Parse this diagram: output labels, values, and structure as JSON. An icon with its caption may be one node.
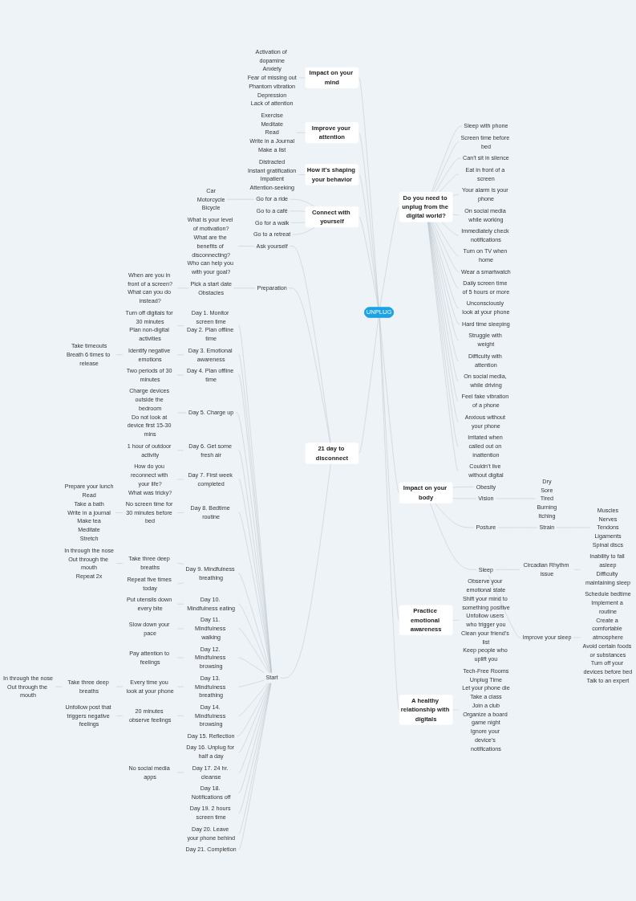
{
  "diagram": {
    "nodes": [
      {
        "text": [
          "UNPLUG"
        ]
      },
      {
        "text": [
          "Impact on your mind"
        ]
      },
      {
        "text": [
          "Activation of dopamine",
          "Anxiety",
          "Fear of missing out",
          "Phantom vibration",
          "Depression",
          "Lack of attention"
        ]
      },
      {
        "text": [
          "Improve your attention"
        ]
      },
      {
        "text": [
          "Exercise",
          "Meditate",
          "Read",
          "Write in a Journal",
          "Make a list"
        ]
      },
      {
        "text": [
          "How it’s shaping your behavior"
        ]
      },
      {
        "text": [
          "Distracted",
          "Instant gratification",
          "Impatient",
          "Attention-seeking"
        ]
      },
      {
        "text": [
          "Connect with yourself"
        ]
      },
      {
        "text": [
          "Go for a ride"
        ]
      },
      {
        "text": [
          "Car",
          "Motorcycle",
          "Bicycle"
        ]
      },
      {
        "text": [
          "Go to a café"
        ]
      },
      {
        "text": [
          "Go for a walk"
        ]
      },
      {
        "text": [
          "Go to a retreat"
        ]
      },
      {
        "text": [
          "21 day to disconnect"
        ]
      },
      {
        "text": [
          "Ask yourself"
        ]
      },
      {
        "text": [
          "What is your level of motivation?",
          "What are the benefits of disconnecting?",
          "Who can help you with your goal?"
        ]
      },
      {
        "text": [
          "Preparation"
        ]
      },
      {
        "text": [
          "Pick a start date",
          "Obstacles"
        ]
      },
      {
        "text": [
          "When are you in front of a screen?",
          "What can you do instead?"
        ]
      },
      {
        "text": [
          "Start"
        ]
      },
      {
        "text": [
          "Day 1. Monitor screen time",
          "Day 2. Plan offline time"
        ]
      },
      {
        "text": [
          "Turn off digitals for 30 minutes",
          "Plan non-digital activities"
        ]
      },
      {
        "text": [
          "Day 3. Emotional awareness"
        ]
      },
      {
        "text": [
          "Identify negative emotions"
        ]
      },
      {
        "text": [
          "Take timeouts",
          "Breath 6 times to release"
        ]
      },
      {
        "text": [
          "Day 4. Plan offline time"
        ]
      },
      {
        "text": [
          "Two periods of 30 minutes"
        ]
      },
      {
        "text": [
          "Day 5. Charge up"
        ]
      },
      {
        "text": [
          "Charge devices outside the bedroom",
          "Do not look at device first 15-30 mins"
        ]
      },
      {
        "text": [
          "Day 6. Get some fresh air"
        ]
      },
      {
        "text": [
          "1 hour of outdoor activity"
        ]
      },
      {
        "text": [
          "Day 7. First week completed"
        ]
      },
      {
        "text": [
          "How do you reconnect with your life?",
          "What was tricky?"
        ]
      },
      {
        "text": [
          "Day 8. Bedtime routine"
        ]
      },
      {
        "text": [
          "No screen time for 30 minutes before bed"
        ]
      },
      {
        "text": [
          "Prepare your lunch",
          "Read",
          "Take a bath",
          "Write in a journal",
          "Make tea",
          "Meditate",
          "Stretch"
        ]
      },
      {
        "text": [
          "Day 9. Mindfulness breathing"
        ]
      },
      {
        "text": [
          "Take three deep breaths"
        ]
      },
      {
        "text": [
          "In through the nose",
          "Out through the mouth",
          "Repeat 2x"
        ]
      },
      {
        "text": [
          "Repeat five times today"
        ]
      },
      {
        "text": [
          "Day 10. Mindfulness eating"
        ]
      },
      {
        "text": [
          "Put utensils down every bite"
        ]
      },
      {
        "text": [
          "Day 11. Mindfulness walking"
        ]
      },
      {
        "text": [
          "Slow down your pace"
        ]
      },
      {
        "text": [
          "Day 12. Mindfulness browsing"
        ]
      },
      {
        "text": [
          "Pay attention to feelings"
        ]
      },
      {
        "text": [
          "Day 13. Mindfulness breathing"
        ]
      },
      {
        "text": [
          "Every time you look at your phone"
        ]
      },
      {
        "text": [
          "Take three deep breaths"
        ]
      },
      {
        "text": [
          "In through the nose",
          "Out through the mouth"
        ]
      },
      {
        "text": [
          "Day 14. Mindfulness browsing"
        ]
      },
      {
        "text": [
          "20 minutes observe feelings"
        ]
      },
      {
        "text": [
          "Unfollow post that triggers negative feelings"
        ]
      },
      {
        "text": [
          "Day 15. Reflection"
        ]
      },
      {
        "text": [
          "Day 16. Unplug for half a day"
        ]
      },
      {
        "text": [
          "Day 17. 24 hr. cleanse"
        ]
      },
      {
        "text": [
          "No social media apps"
        ]
      },
      {
        "text": [
          "Day 18. Notifications off"
        ]
      },
      {
        "text": [
          "Day 19. 2 hours screen time"
        ]
      },
      {
        "text": [
          "Day 20. Leave your phone behind"
        ]
      },
      {
        "text": [
          "Day 21. Completion"
        ]
      },
      {
        "text": [
          "Do you need to unplug from the digital world?"
        ]
      },
      {
        "text": [
          "Sleep with phone"
        ]
      },
      {
        "text": [
          "Screen time before bed"
        ]
      },
      {
        "text": [
          "Can’t sit in silence"
        ]
      },
      {
        "text": [
          "Eat in front of a screen"
        ]
      },
      {
        "text": [
          "Your alarm is your phone"
        ]
      },
      {
        "text": [
          "On social media while working"
        ]
      },
      {
        "text": [
          "Immediately check notifications"
        ]
      },
      {
        "text": [
          "Turn on TV when home"
        ]
      },
      {
        "text": [
          "Wear a smartwatch"
        ]
      },
      {
        "text": [
          "Daily screen time of 5 hours or more"
        ]
      },
      {
        "text": [
          "Unconsciously look at your phone"
        ]
      },
      {
        "text": [
          "Hard time sleeping"
        ]
      },
      {
        "text": [
          "Struggle with weight"
        ]
      },
      {
        "text": [
          "Difficulty with attention"
        ]
      },
      {
        "text": [
          "On social media, while driving"
        ]
      },
      {
        "text": [
          "Feel fake vibration of a phone"
        ]
      },
      {
        "text": [
          "Anxious without your phone"
        ]
      },
      {
        "text": [
          "Irritated when called out on inattention"
        ]
      },
      {
        "text": [
          "Couldn’t live without digital"
        ]
      },
      {
        "text": [
          "Impact on your body"
        ]
      },
      {
        "text": [
          "Obesity"
        ]
      },
      {
        "text": [
          "Vision"
        ]
      },
      {
        "text": [
          "Dry",
          "Sore",
          "Tired",
          "Burning",
          "Itching"
        ]
      },
      {
        "text": [
          "Posture"
        ]
      },
      {
        "text": [
          "Strain"
        ]
      },
      {
        "text": [
          "Muscles",
          "Nerves",
          "Tendons",
          "Ligaments",
          "Spinal discs"
        ]
      },
      {
        "text": [
          "Sleep"
        ]
      },
      {
        "text": [
          "Circadian Rhythm issue"
        ]
      },
      {
        "text": [
          "Inability to fall asleep",
          "Difficulty maintaining sleep"
        ]
      },
      {
        "text": [
          "Improve your sleep"
        ]
      },
      {
        "text": [
          "Schedule bedtime",
          "Implement a routine",
          "Create a comfortable atmosphere",
          "Avoid certain foods or substances",
          "Turn off your devices before bed",
          "Talk to an expert"
        ]
      },
      {
        "text": [
          "Practice emotional awareness"
        ]
      },
      {
        "text": [
          "Observe your emotional state",
          "Shift your mind to something positive",
          "Unfollow users who trigger you",
          "Clean your friend’s list",
          "Keep people who uplift you"
        ]
      },
      {
        "text": [
          "A healthy relationship with digitals"
        ]
      },
      {
        "text": [
          "Tech-Free Rooms",
          "Unplug Time",
          "Let your phone die",
          "Take a class",
          "Join a club",
          "Organize a board game night",
          "Ignore your device’s notifications"
        ]
      }
    ],
    "edges": [
      {
        "from": 0,
        "to": 1,
        "arrow": "none"
      },
      {
        "from": 1,
        "to": 2,
        "arrow": "none"
      },
      {
        "from": 0,
        "to": 3,
        "arrow": "none"
      },
      {
        "from": 3,
        "to": 4,
        "arrow": "none"
      },
      {
        "from": 0,
        "to": 5,
        "arrow": "none"
      },
      {
        "from": 5,
        "to": 6,
        "arrow": "none"
      },
      {
        "from": 0,
        "to": 7,
        "arrow": "none"
      },
      {
        "from": 7,
        "to": 8,
        "arrow": "none"
      },
      {
        "from": 8,
        "to": 9,
        "arrow": "none"
      },
      {
        "from": 7,
        "to": 10,
        "arrow": "none"
      },
      {
        "from": 7,
        "to": 11,
        "arrow": "none"
      },
      {
        "from": 7,
        "to": 12,
        "arrow": "none"
      },
      {
        "from": 0,
        "to": 13,
        "arrow": "none"
      },
      {
        "from": 13,
        "to": 14,
        "arrow": "none"
      },
      {
        "from": 14,
        "to": 15,
        "arrow": "none"
      },
      {
        "from": 13,
        "to": 16,
        "arrow": "none"
      },
      {
        "from": 16,
        "to": 17,
        "arrow": "none"
      },
      {
        "from": 17,
        "to": 18,
        "arrow": "none"
      },
      {
        "from": 13,
        "to": 19,
        "arrow": "none"
      },
      {
        "from": 19,
        "to": 20,
        "arrow": "none"
      },
      {
        "from": 20,
        "to": 21,
        "arrow": "none"
      },
      {
        "from": 19,
        "to": 22,
        "arrow": "none"
      },
      {
        "from": 22,
        "to": 23,
        "arrow": "none"
      },
      {
        "from": 23,
        "to": 24,
        "arrow": "none"
      },
      {
        "from": 19,
        "to": 25,
        "arrow": "none"
      },
      {
        "from": 25,
        "to": 26,
        "arrow": "none"
      },
      {
        "from": 19,
        "to": 27,
        "arrow": "none"
      },
      {
        "from": 27,
        "to": 28,
        "arrow": "none"
      },
      {
        "from": 19,
        "to": 29,
        "arrow": "none"
      },
      {
        "from": 29,
        "to": 30,
        "arrow": "none"
      },
      {
        "from": 19,
        "to": 31,
        "arrow": "none"
      },
      {
        "from": 31,
        "to": 32,
        "arrow": "none"
      },
      {
        "from": 19,
        "to": 33,
        "arrow": "none"
      },
      {
        "from": 33,
        "to": 34,
        "arrow": "none"
      },
      {
        "from": 34,
        "to": 35,
        "arrow": "none"
      },
      {
        "from": 19,
        "to": 36,
        "arrow": "none"
      },
      {
        "from": 36,
        "to": 37,
        "arrow": "none"
      },
      {
        "from": 37,
        "to": 38,
        "arrow": "none"
      },
      {
        "from": 36,
        "to": 39,
        "arrow": "none"
      },
      {
        "from": 19,
        "to": 40,
        "arrow": "none"
      },
      {
        "from": 40,
        "to": 41,
        "arrow": "none"
      },
      {
        "from": 19,
        "to": 42,
        "arrow": "none"
      },
      {
        "from": 42,
        "to": 43,
        "arrow": "none"
      },
      {
        "from": 19,
        "to": 44,
        "arrow": "none"
      },
      {
        "from": 44,
        "to": 45,
        "arrow": "none"
      },
      {
        "from": 19,
        "to": 46,
        "arrow": "none"
      },
      {
        "from": 46,
        "to": 47,
        "arrow": "none"
      },
      {
        "from": 47,
        "to": 48,
        "arrow": "none"
      },
      {
        "from": 48,
        "to": 49,
        "arrow": "none"
      },
      {
        "from": 19,
        "to": 50,
        "arrow": "none"
      },
      {
        "from": 50,
        "to": 51,
        "arrow": "none"
      },
      {
        "from": 51,
        "to": 52,
        "arrow": "none"
      },
      {
        "from": 19,
        "to": 53,
        "arrow": "none"
      },
      {
        "from": 19,
        "to": 54,
        "arrow": "none"
      },
      {
        "from": 19,
        "to": 55,
        "arrow": "none"
      },
      {
        "from": 55,
        "to": 56,
        "arrow": "none"
      },
      {
        "from": 19,
        "to": 57,
        "arrow": "none"
      },
      {
        "from": 19,
        "to": 58,
        "arrow": "none"
      },
      {
        "from": 19,
        "to": 59,
        "arrow": "none"
      },
      {
        "from": 19,
        "to": 60,
        "arrow": "none"
      },
      {
        "from": 0,
        "to": 61,
        "arrow": "none"
      },
      {
        "from": 61,
        "to": 62,
        "arrow": "none"
      },
      {
        "from": 61,
        "to": 63,
        "arrow": "none"
      },
      {
        "from": 61,
        "to": 64,
        "arrow": "none"
      },
      {
        "from": 61,
        "to": 65,
        "arrow": "none"
      },
      {
        "from": 61,
        "to": 66,
        "arrow": "none"
      },
      {
        "from": 61,
        "to": 67,
        "arrow": "none"
      },
      {
        "from": 61,
        "to": 68,
        "arrow": "none"
      },
      {
        "from": 61,
        "to": 69,
        "arrow": "none"
      },
      {
        "from": 61,
        "to": 70,
        "arrow": "none"
      },
      {
        "from": 61,
        "to": 71,
        "arrow": "none"
      },
      {
        "from": 61,
        "to": 72,
        "arrow": "none"
      },
      {
        "from": 61,
        "to": 73,
        "arrow": "none"
      },
      {
        "from": 61,
        "to": 74,
        "arrow": "none"
      },
      {
        "from": 61,
        "to": 75,
        "arrow": "none"
      },
      {
        "from": 61,
        "to": 76,
        "arrow": "none"
      },
      {
        "from": 61,
        "to": 77,
        "arrow": "none"
      },
      {
        "from": 61,
        "to": 78,
        "arrow": "none"
      },
      {
        "from": 61,
        "to": 79,
        "arrow": "none"
      },
      {
        "from": 61,
        "to": 80,
        "arrow": "none"
      },
      {
        "from": 0,
        "to": 81,
        "arrow": "none"
      },
      {
        "from": 81,
        "to": 82,
        "arrow": "none"
      },
      {
        "from": 81,
        "to": 83,
        "arrow": "none"
      },
      {
        "from": 83,
        "to": 84,
        "arrow": "none"
      },
      {
        "from": 81,
        "to": 85,
        "arrow": "none"
      },
      {
        "from": 85,
        "to": 86,
        "arrow": "none"
      },
      {
        "from": 86,
        "to": 87,
        "arrow": "none"
      },
      {
        "from": 81,
        "to": 88,
        "arrow": "none"
      },
      {
        "from": 88,
        "to": 89,
        "arrow": "none"
      },
      {
        "from": 89,
        "to": 90,
        "arrow": "none"
      },
      {
        "from": 88,
        "to": 91,
        "arrow": "none"
      },
      {
        "from": 91,
        "to": 92,
        "arrow": "none"
      },
      {
        "from": 0,
        "to": 93,
        "arrow": "none"
      },
      {
        "from": 93,
        "to": 94,
        "arrow": "none"
      },
      {
        "from": 0,
        "to": 95,
        "arrow": "none"
      },
      {
        "from": 95,
        "to": 96,
        "arrow": "none"
      }
    ]
  }
}
